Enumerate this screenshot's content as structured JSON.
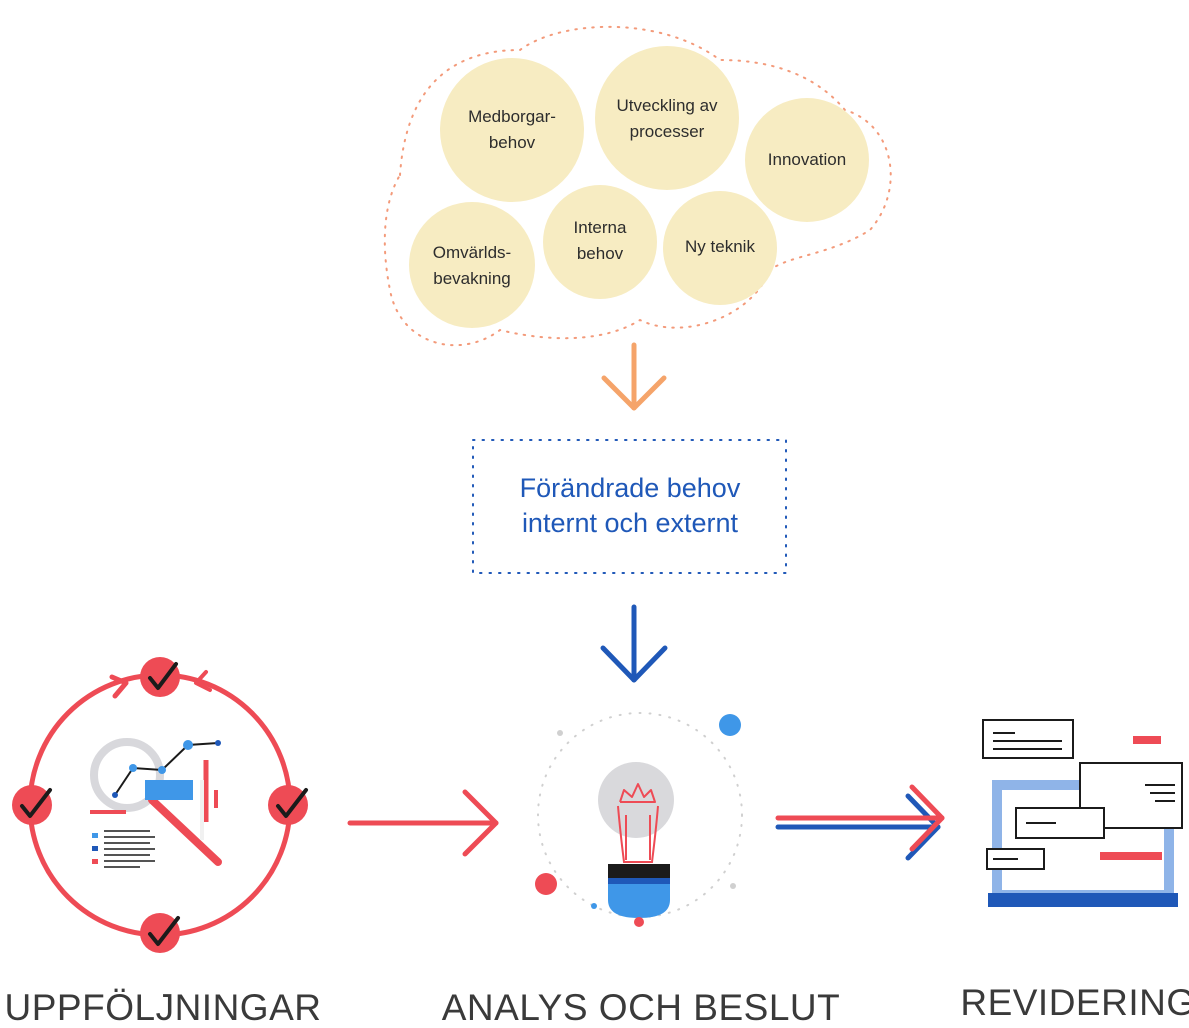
{
  "bubbles": {
    "medborgar": [
      "Medborgar-",
      "behov"
    ],
    "utveckling": [
      "Utveckling av",
      "processer"
    ],
    "innovation": [
      "Innovation"
    ],
    "omvarld": [
      "Omvärlds-",
      "bevakning"
    ],
    "interna": [
      "Interna",
      "behov"
    ],
    "nyteknik": [
      "Ny teknik"
    ]
  },
  "center_box": {
    "line1": "Förändrade behov",
    "line2": "internt och externt"
  },
  "stages": {
    "left": "UPPFÖLJNINGAR",
    "middle": "ANALYS OCH BESLUT",
    "right": "REVIDERING"
  },
  "colors": {
    "bubble_fill": "#f7ecc2",
    "dotted_outline": "#f39a7a",
    "orange_arrow": "#f5a46a",
    "blue": "#1f58b8",
    "red": "#ee4b55",
    "light_blue": "#8fb4e8"
  }
}
